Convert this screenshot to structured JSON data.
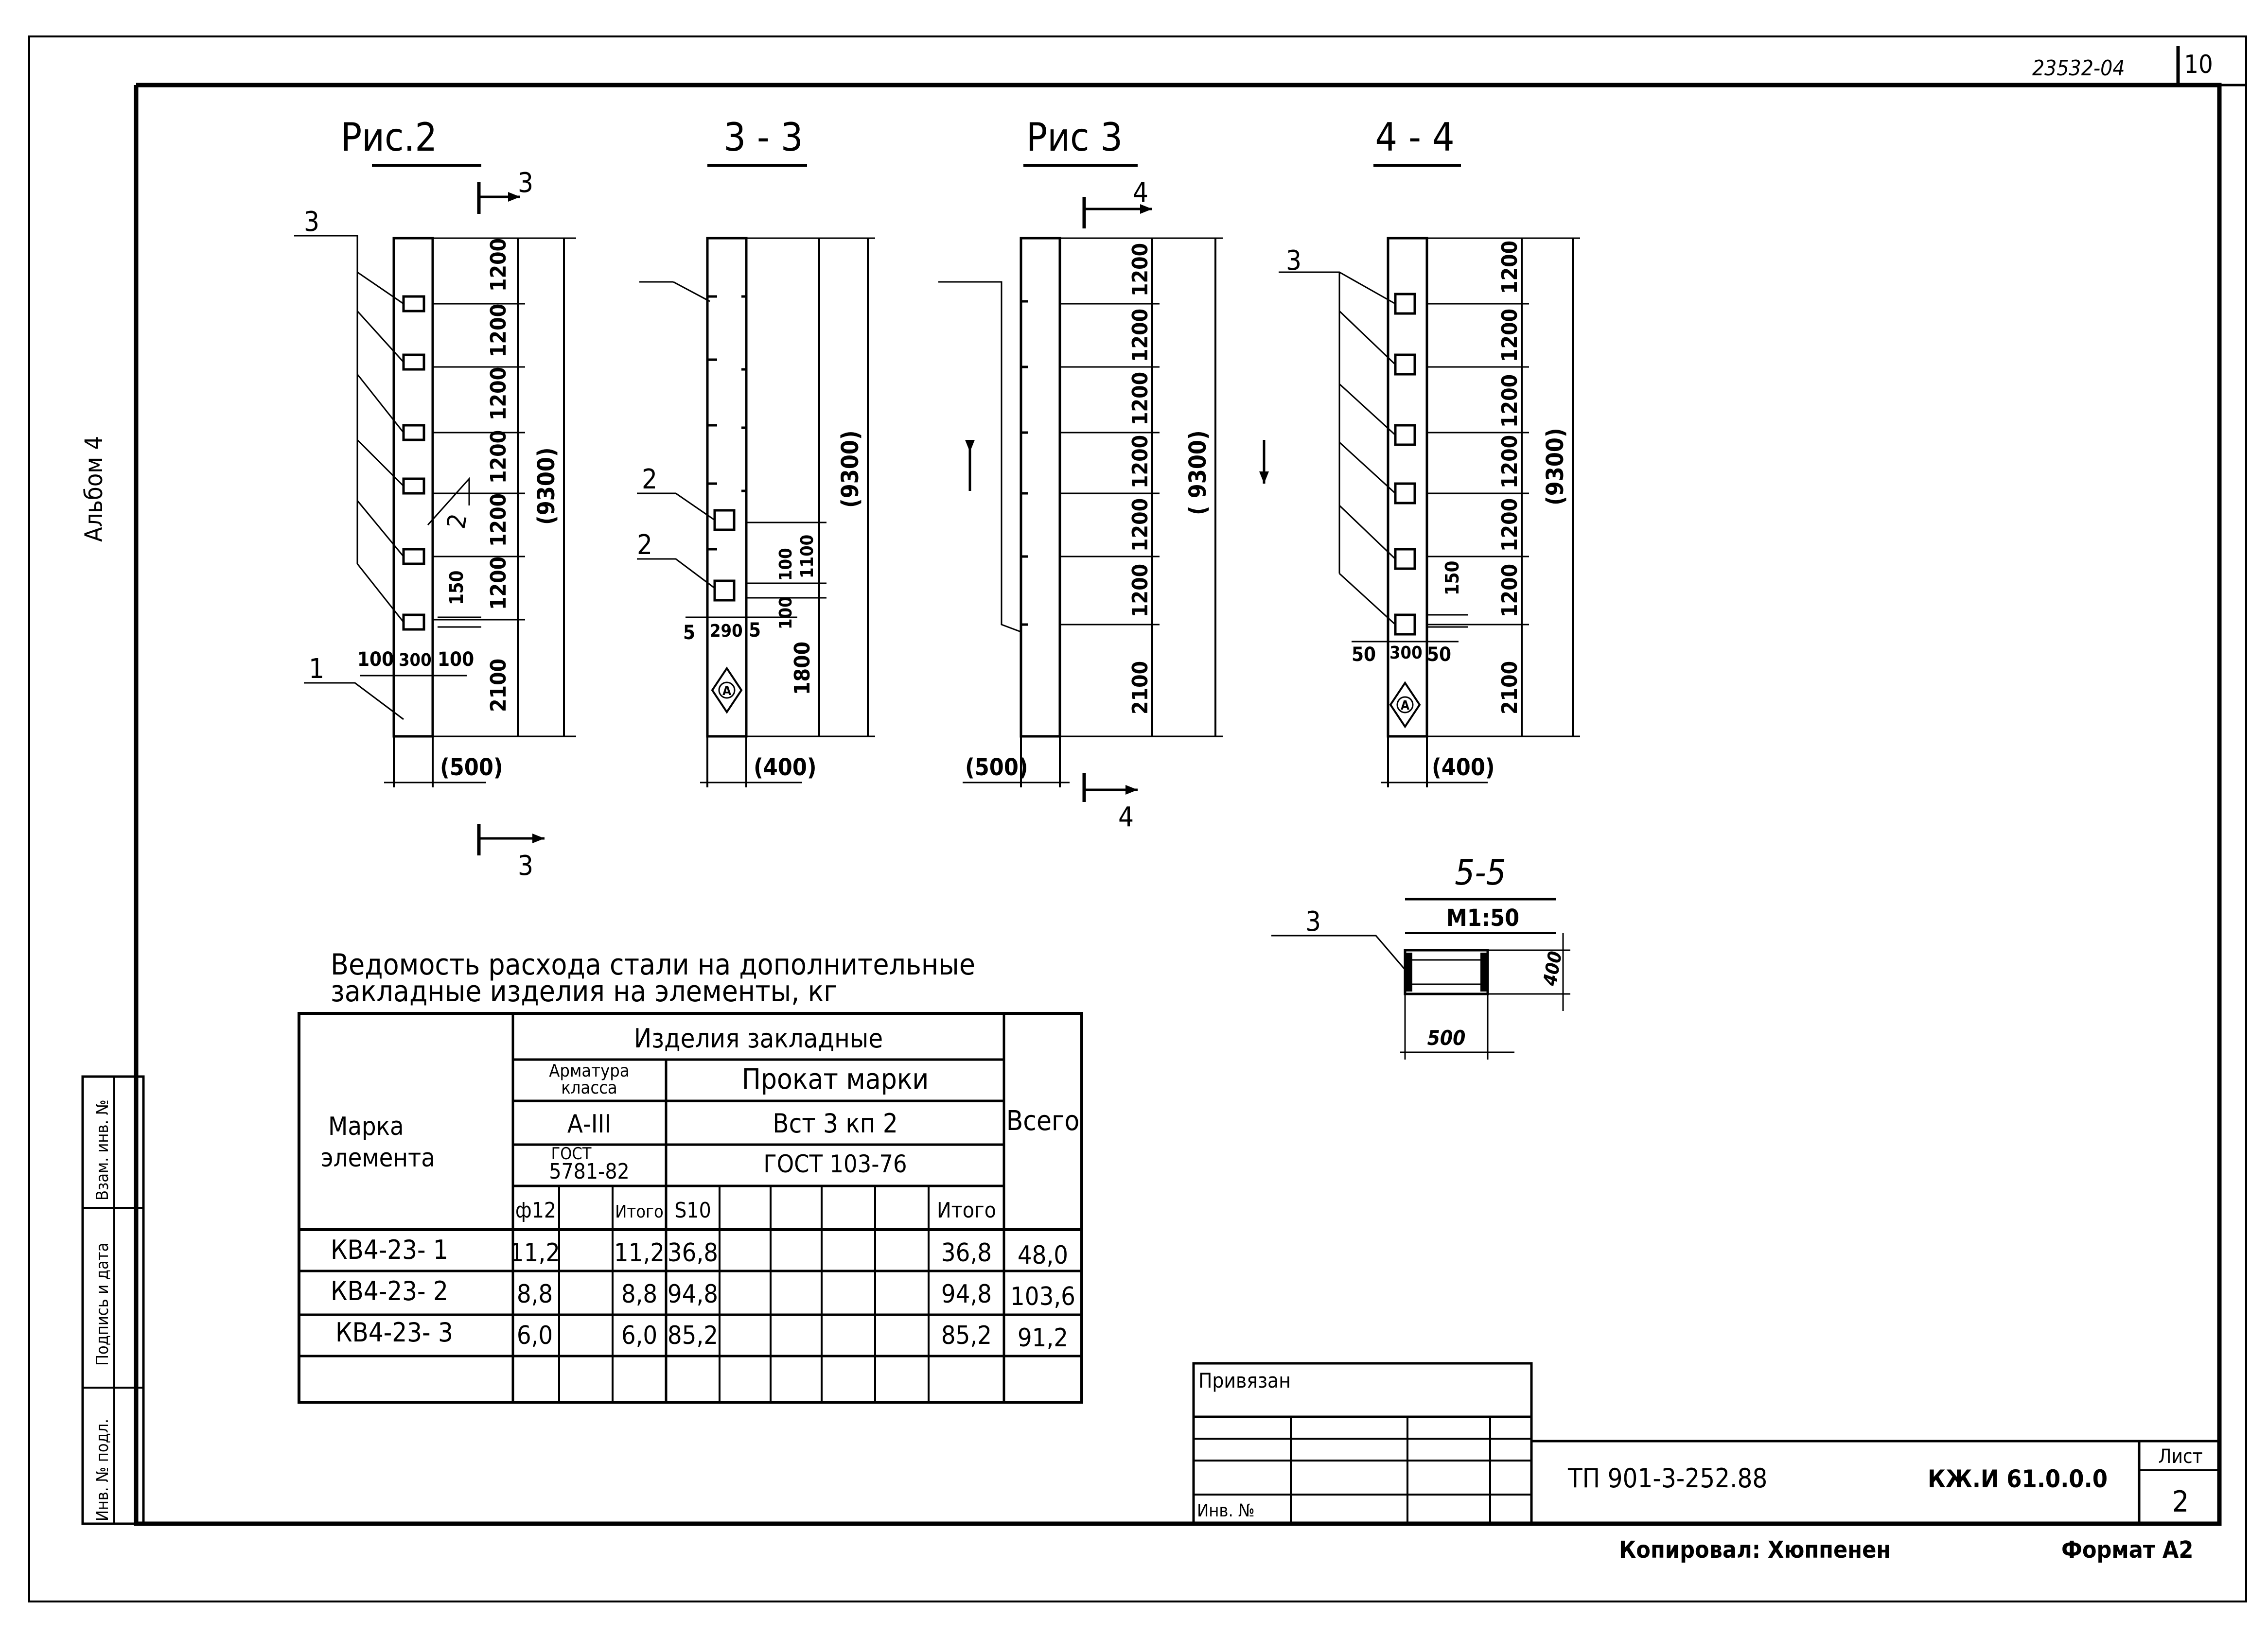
{
  "sheet": {
    "doc_code_top": "23532-04",
    "sheet_number_top": "10",
    "album_label": "Альбом 4",
    "side_stamp": [
      "Инв. № подл.",
      "Подпись и дата",
      "Взам. инв. №"
    ],
    "copied_by": "Копировал: Хюппенен",
    "format": "Формат А2"
  },
  "figures": {
    "fig2": {
      "title": "Рис.2",
      "section_marker": "3",
      "dims": [
        "1200",
        "1200",
        "1200",
        "1200",
        "1200",
        "1200",
        "2100"
      ],
      "overall": "(9300)",
      "width": "(500)",
      "bottom_offsets": [
        "100",
        "300",
        "100"
      ],
      "gap": "150",
      "callouts": [
        "1",
        "2",
        "3"
      ]
    },
    "sec33": {
      "title": "3 - 3",
      "overall": "(9300)",
      "width": "(400)",
      "dims": [
        "100",
        "1100",
        "100",
        "1800"
      ],
      "bottom_offsets": [
        "5",
        "290",
        "5"
      ],
      "callouts": [
        "2",
        "2"
      ],
      "mark": "А"
    },
    "fig3": {
      "title": "Рис 3",
      "section_marker": "4",
      "dims": [
        "1200",
        "1200",
        "1200",
        "1200",
        "1200",
        "1200",
        "2100"
      ],
      "overall": "( 9300)",
      "width": "(500)"
    },
    "sec44": {
      "title": "4 - 4",
      "dims": [
        "1200",
        "1200",
        "1200",
        "1200",
        "1200",
        "1200",
        "2100"
      ],
      "overall": "(9300)",
      "width": "(400)",
      "bottom_offsets": [
        "50",
        "300",
        "50"
      ],
      "gap": "150",
      "callout": "3",
      "mark": "А"
    },
    "sec55": {
      "title": "5-5",
      "scale": "М1:50",
      "width": "500",
      "height": "400",
      "callout": "3"
    }
  },
  "steel_table": {
    "title_line1": "Ведомость расхода стали на дополнительные",
    "title_line2": "закладные изделия на элементы, кг",
    "header_mark": "Марка элемента",
    "header_mark_line1": "Марка",
    "header_mark_line2": "элемента",
    "header_products": "Изделия закладные",
    "header_rebar_line1": "Арматура",
    "header_rebar_line2": "класса",
    "header_rebar_class": "А-III",
    "header_rebar_gost_line1": "ГОСТ",
    "header_rebar_gost_line2": "5781-82",
    "header_rolled": "Прокат марки",
    "header_rolled_grade": "Вст 3 кп 2",
    "header_rolled_gost": "ГОСТ 103-76",
    "header_total": "Всего",
    "sub_phi": "ф12",
    "sub_itogo1": "Итого",
    "sub_s": "S10",
    "sub_itogo2": "Итого",
    "rows": [
      {
        "mark": "КВ4-23- 1",
        "phi12": "11,2",
        "itogo1": "11,2",
        "s10": "36,8",
        "itogo2": "36,8",
        "total": "48,0"
      },
      {
        "mark": "КВ4-23- 2",
        "phi12": "8,8",
        "itogo1": "8,8",
        "s10": "94,8",
        "itogo2": "94,8",
        "total": "103,6"
      },
      {
        "mark": "КВ4-23- 3",
        "phi12": "6,0",
        "itogo1": "6,0",
        "s10": "85,2",
        "itogo2": "85,2",
        "total": "91,2"
      }
    ]
  },
  "title_block": {
    "privyazan": "Привязан",
    "inv_no": "Инв. №",
    "project": "ТП 901-3-252.88",
    "code": "КЖ.И 61.0.0.0",
    "list_label": "Лист",
    "list_no": "2"
  }
}
